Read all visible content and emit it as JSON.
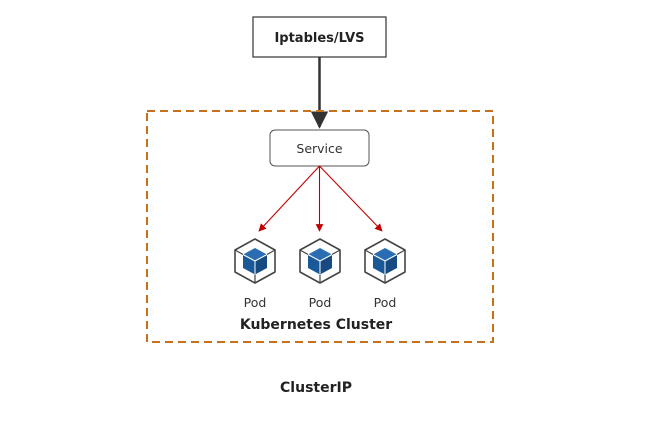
{
  "nodes": {
    "iptables": {
      "label": "Iptables/LVS"
    },
    "service": {
      "label": "Service"
    },
    "pods": [
      {
        "label": "Pod"
      },
      {
        "label": "Pod"
      },
      {
        "label": "Pod"
      }
    ]
  },
  "cluster": {
    "label": "Kubernetes Cluster"
  },
  "caption": "ClusterIP",
  "colors": {
    "cluster_border": "#c7711a",
    "red_arrow": "#c00000",
    "dark_arrow": "#333333",
    "pod_cube": "#1b5897",
    "pod_outline": "#444444"
  },
  "icons": {
    "pod": "pod-cube-icon"
  }
}
